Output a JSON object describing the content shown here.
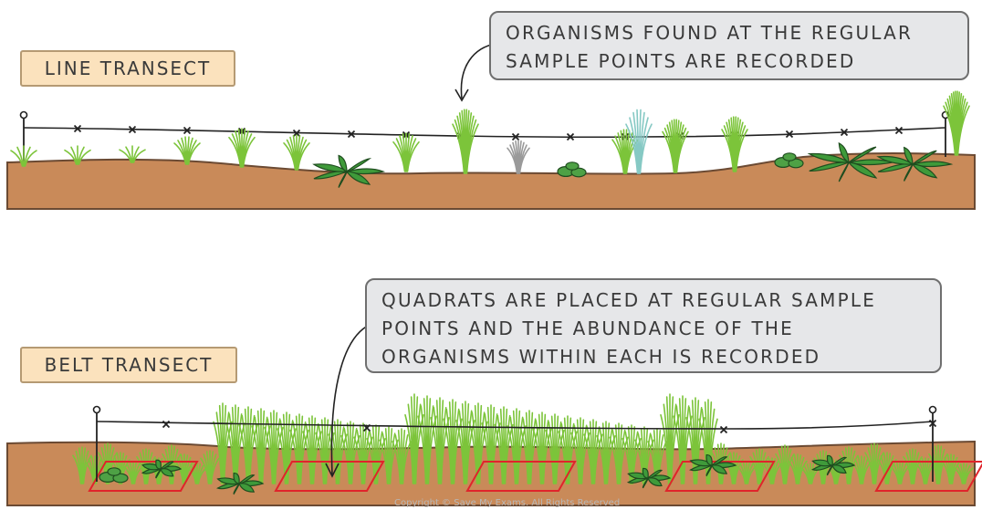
{
  "line_transect": {
    "label": "LINE TRANSECT",
    "callout_lines": [
      "ORGANISMS FOUND AT THE REGULAR",
      "SAMPLE POINTS ARE RECORDED"
    ]
  },
  "belt_transect": {
    "label": "BELT TRANSECT",
    "callout_lines": [
      "QUADRATS ARE PLACED AT REGULAR SAMPLE",
      "POINTS AND THE ABUNDANCE OF THE",
      "ORGANISMS WITHIN EACH IS RECORDED"
    ]
  },
  "copyright": "Copyright © Save My Exams. All Rights Reserved",
  "colors": {
    "soil": "#c98a59",
    "soil_edge": "#6b4a33",
    "grass": "#7cc43a",
    "grass_dark": "#3f8e2a",
    "label_bg": "#fbe2bd",
    "callout_bg": "#e6e7e9",
    "quadrat": "#e0242b"
  }
}
